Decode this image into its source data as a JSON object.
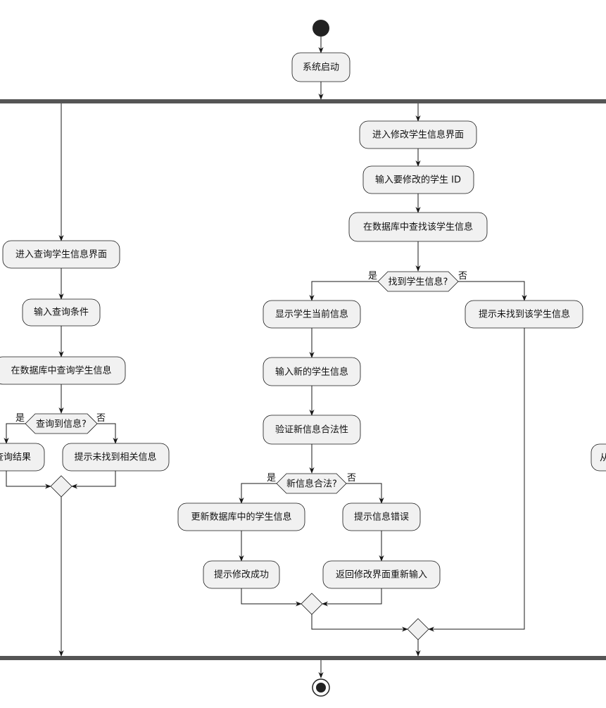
{
  "nodes": {
    "start_system": "系统启动",
    "q_enter": "进入查询学生信息界面",
    "q_input": "输入查询条件",
    "q_search": "在数据库中查询学生信息",
    "q_decision": "查询到信息?",
    "q_show": "显示查询结果",
    "q_not_found": "提示未找到相关信息",
    "m_enter": "进入修改学生信息界面",
    "m_input_id": "输入要修改的学生 ID",
    "m_search": "在数据库中查找该学生信息",
    "m_decision": "找到学生信息?",
    "m_show_current": "显示学生当前信息",
    "m_not_found": "提示未找到该学生信息",
    "m_input_new": "输入新的学生信息",
    "m_validate": "验证新信息合法性",
    "m_valid_decision": "新信息合法?",
    "m_update": "更新数据库中的学生信息",
    "m_error": "提示信息错误",
    "m_success": "提示修改成功",
    "m_reenter": "返回修改界面重新输入",
    "partial_right": "从"
  },
  "branch_labels": {
    "yes": "是",
    "no": "否"
  },
  "colors": {
    "node_fill": "#f1f1f1",
    "stroke": "#181818",
    "bar": "#555555",
    "start": "#222222"
  }
}
